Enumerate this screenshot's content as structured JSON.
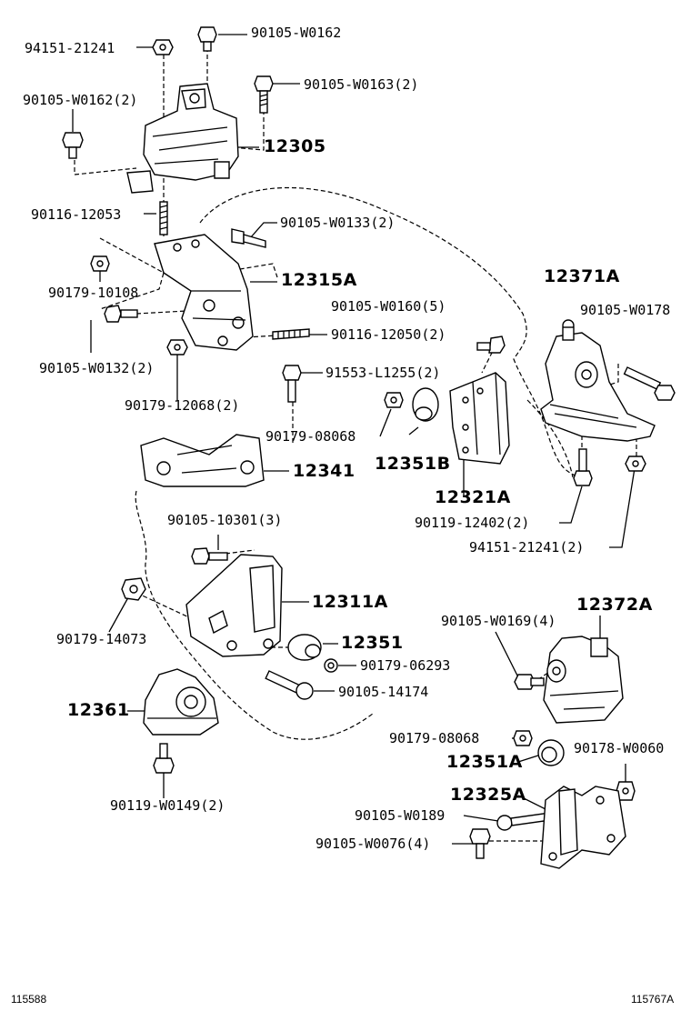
{
  "labels": {
    "p94151_21241": "94151-21241",
    "p90105_W0162": "90105-W0162",
    "p90105_W0163_2": "90105-W0163(2)",
    "p90105_W0162_2": "90105-W0162(2)",
    "p12305": "12305",
    "p90116_12053": "90116-12053",
    "p90105_W0133_2": "90105-W0133(2)",
    "p90179_10108": "90179-10108",
    "p12315A": "12315A",
    "p12371A": "12371A",
    "p90105_W0160_5": "90105-W0160(5)",
    "p90105_W0178": "90105-W0178",
    "p90116_12050_2": "90116-12050(2)",
    "p90105_W0132_2": "90105-W0132(2)",
    "p91553_L1255_2": "91553-L1255(2)",
    "p90179_12068_2": "90179-12068(2)",
    "p90179_08068_a": "90179-08068",
    "p12351B": "12351B",
    "p12341": "12341",
    "p12321A": "12321A",
    "p90119_12402_2": "90119-12402(2)",
    "p94151_21241_2": "94151-21241(2)",
    "p90105_10301_3": "90105-10301(3)",
    "p12311A": "12311A",
    "p90105_W0169_4": "90105-W0169(4)",
    "p12372A": "12372A",
    "p90179_14073": "90179-14073",
    "p12351": "12351",
    "p90179_06293": "90179-06293",
    "p90105_14174": "90105-14174",
    "p12361": "12361",
    "p90179_08068_b": "90179-08068",
    "p90178_W0060": "90178-W0060",
    "p12351A": "12351A",
    "p12325A": "12325A",
    "p90105_W0189": "90105-W0189",
    "p90105_W0076_4": "90105-W0076(4)",
    "p90119_W0149_2": "90119-W0149(2)"
  },
  "footer": {
    "left_code": "115588",
    "right_code": "115767A"
  }
}
